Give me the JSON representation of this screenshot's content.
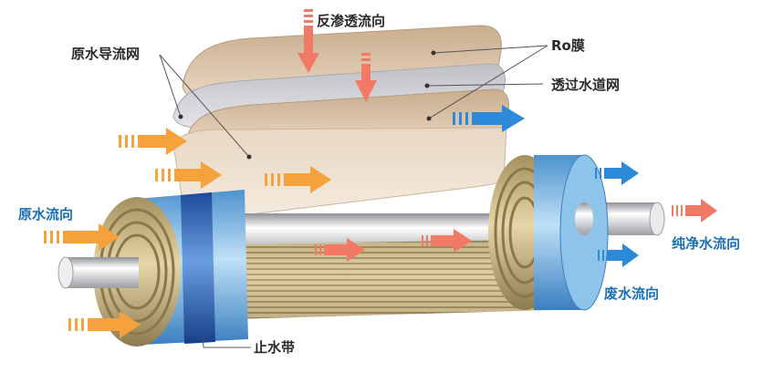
{
  "labels": {
    "reverse_osmosis_direction": "反渗透流向",
    "raw_water_guide_mesh": "原水导流网",
    "ro_membrane": "Ro膜",
    "permeate_channel_mesh": "透过水道网",
    "raw_water_direction": "原水流向",
    "pure_water_direction": "纯净水流向",
    "waste_water_direction": "废水流向",
    "water_seal_band": "止水带"
  },
  "colors": {
    "membrane": "#dcc5ab",
    "mesh": "#c9c9cd",
    "wrap_blue": "#6fb0e0",
    "seal_band": "#2f62b5",
    "orange_arrow": "#f5a13c",
    "salmon_arrow": "#f07a66",
    "blue_arrow": "#2d8ad8",
    "label_dark": "#2a2a2a",
    "label_blue": "#1a6fb5"
  }
}
